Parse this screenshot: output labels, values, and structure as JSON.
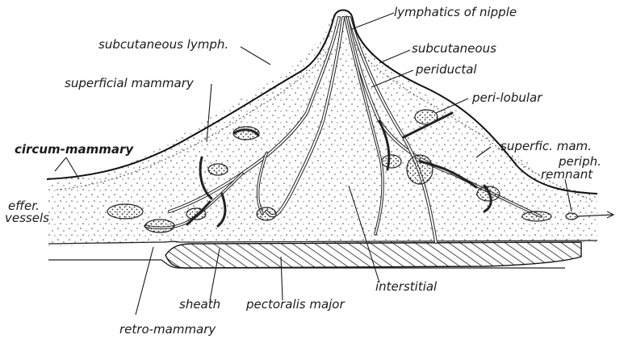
{
  "figure": {
    "labels": {
      "lymphatics_of_nipple": "lymphatics of nipple",
      "subcutaneous_lymph": "subcutaneous lymph.",
      "subcutaneous": "subcutaneous",
      "periductal": "periductal",
      "superficial_mammary": "superficial mammary",
      "peri_lobular": "peri-lobular",
      "superfic_mam": "superfic. mam.",
      "circum_mammary": "circum-mammary",
      "periph": "periph.",
      "remnant": "remnant",
      "effer": "effer.",
      "vessels": "vessels",
      "sheath": "sheath",
      "pectoralis_major": "pectoralis major",
      "interstitial": "interstitial",
      "retro_mammary": "retro-mammary"
    }
  }
}
